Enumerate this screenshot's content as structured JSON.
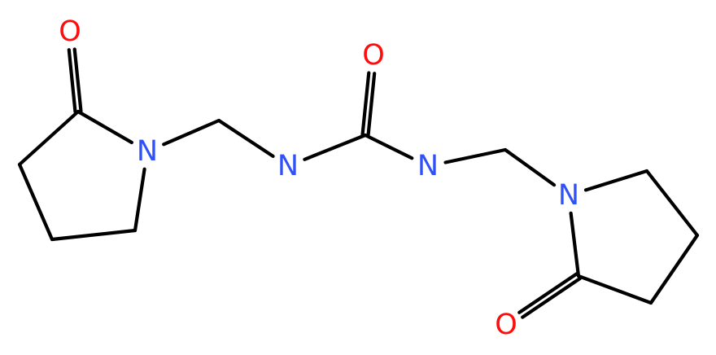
{
  "molecule": {
    "atoms": [
      {
        "element": "O",
        "label": "O",
        "color": "#ff0d0d"
      },
      {
        "element": "C"
      },
      {
        "element": "N",
        "label": "N",
        "color": "#3050f8"
      },
      {
        "element": "C"
      },
      {
        "element": "N",
        "label": "N",
        "color": "#3050f8"
      },
      {
        "element": "C"
      },
      {
        "element": "O",
        "label": "O",
        "color": "#ff0d0d"
      },
      {
        "element": "N",
        "label": "N",
        "color": "#3050f8"
      },
      {
        "element": "C"
      },
      {
        "element": "N",
        "label": "N",
        "color": "#3050f8"
      },
      {
        "element": "C"
      },
      {
        "element": "O",
        "label": "O",
        "color": "#ff0d0d"
      },
      {
        "element": "C"
      },
      {
        "element": "C"
      },
      {
        "element": "C"
      },
      {
        "element": "C"
      },
      {
        "element": "C"
      },
      {
        "element": "C"
      }
    ],
    "bonds": [
      {
        "from": 0,
        "to": 1,
        "order": 2
      },
      {
        "from": 1,
        "to": 2,
        "order": 1
      },
      {
        "from": 2,
        "to": 3,
        "order": 1
      },
      {
        "from": 3,
        "to": 4,
        "order": 1
      },
      {
        "from": 4,
        "to": 5,
        "order": 1
      },
      {
        "from": 5,
        "to": 6,
        "order": 2
      },
      {
        "from": 5,
        "to": 7,
        "order": 1
      },
      {
        "from": 7,
        "to": 8,
        "order": 1
      },
      {
        "from": 8,
        "to": 9,
        "order": 1
      },
      {
        "from": 9,
        "to": 10,
        "order": 1
      },
      {
        "from": 10,
        "to": 11,
        "order": 2
      },
      {
        "from": 10,
        "to": 12,
        "order": 1
      },
      {
        "from": 12,
        "to": 13,
        "order": 1
      },
      {
        "from": 13,
        "to": 14,
        "order": 1
      },
      {
        "from": 14,
        "to": 9,
        "order": 1
      },
      {
        "from": 2,
        "to": 15,
        "order": 1
      },
      {
        "from": 15,
        "to": 16,
        "order": 1
      },
      {
        "from": 16,
        "to": 17,
        "order": 1
      },
      {
        "from": 17,
        "to": 1,
        "order": 1
      }
    ]
  }
}
